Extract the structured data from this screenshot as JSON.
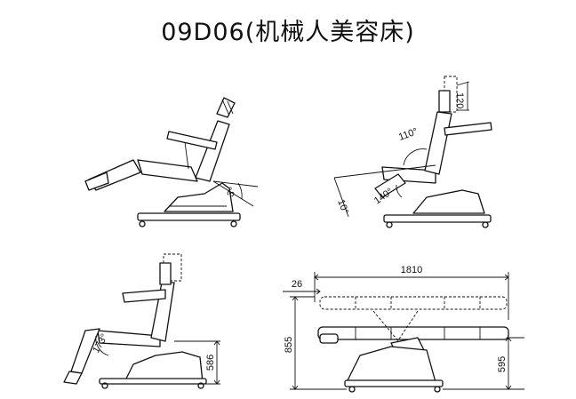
{
  "title": "09D06(机械人美容床)",
  "angles": {
    "tilt_back": "3°",
    "backrest": "110°",
    "leg_rest": "140°",
    "foot_angle": "10°",
    "headrest": "120",
    "leg_lift": "173°"
  },
  "dimensions": {
    "length": "1810",
    "head_offset": "26",
    "height_total": "855",
    "seat_height_side": "586",
    "seat_height_flat": "595"
  }
}
